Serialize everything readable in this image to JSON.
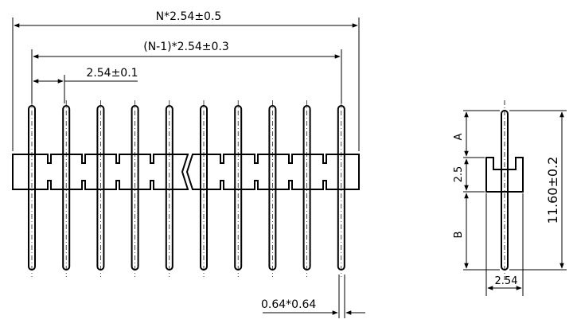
{
  "front_view": {
    "overall_length_label": "N*2.54±0.5",
    "end_to_end_pitch_label": "(N-1)*2.54±0.3",
    "pitch_label": "2.54±0.1",
    "pin_section_label": "0.64*0.64"
  },
  "side_view": {
    "dim_a_label": "A",
    "dim_insulator_label": "2.5",
    "dim_b_label": "B",
    "total_length_label": "11.60±0.2",
    "width_label": "2.54"
  },
  "pin_count_shown": 10,
  "colors": {
    "line": "#000000",
    "background": "#ffffff"
  }
}
